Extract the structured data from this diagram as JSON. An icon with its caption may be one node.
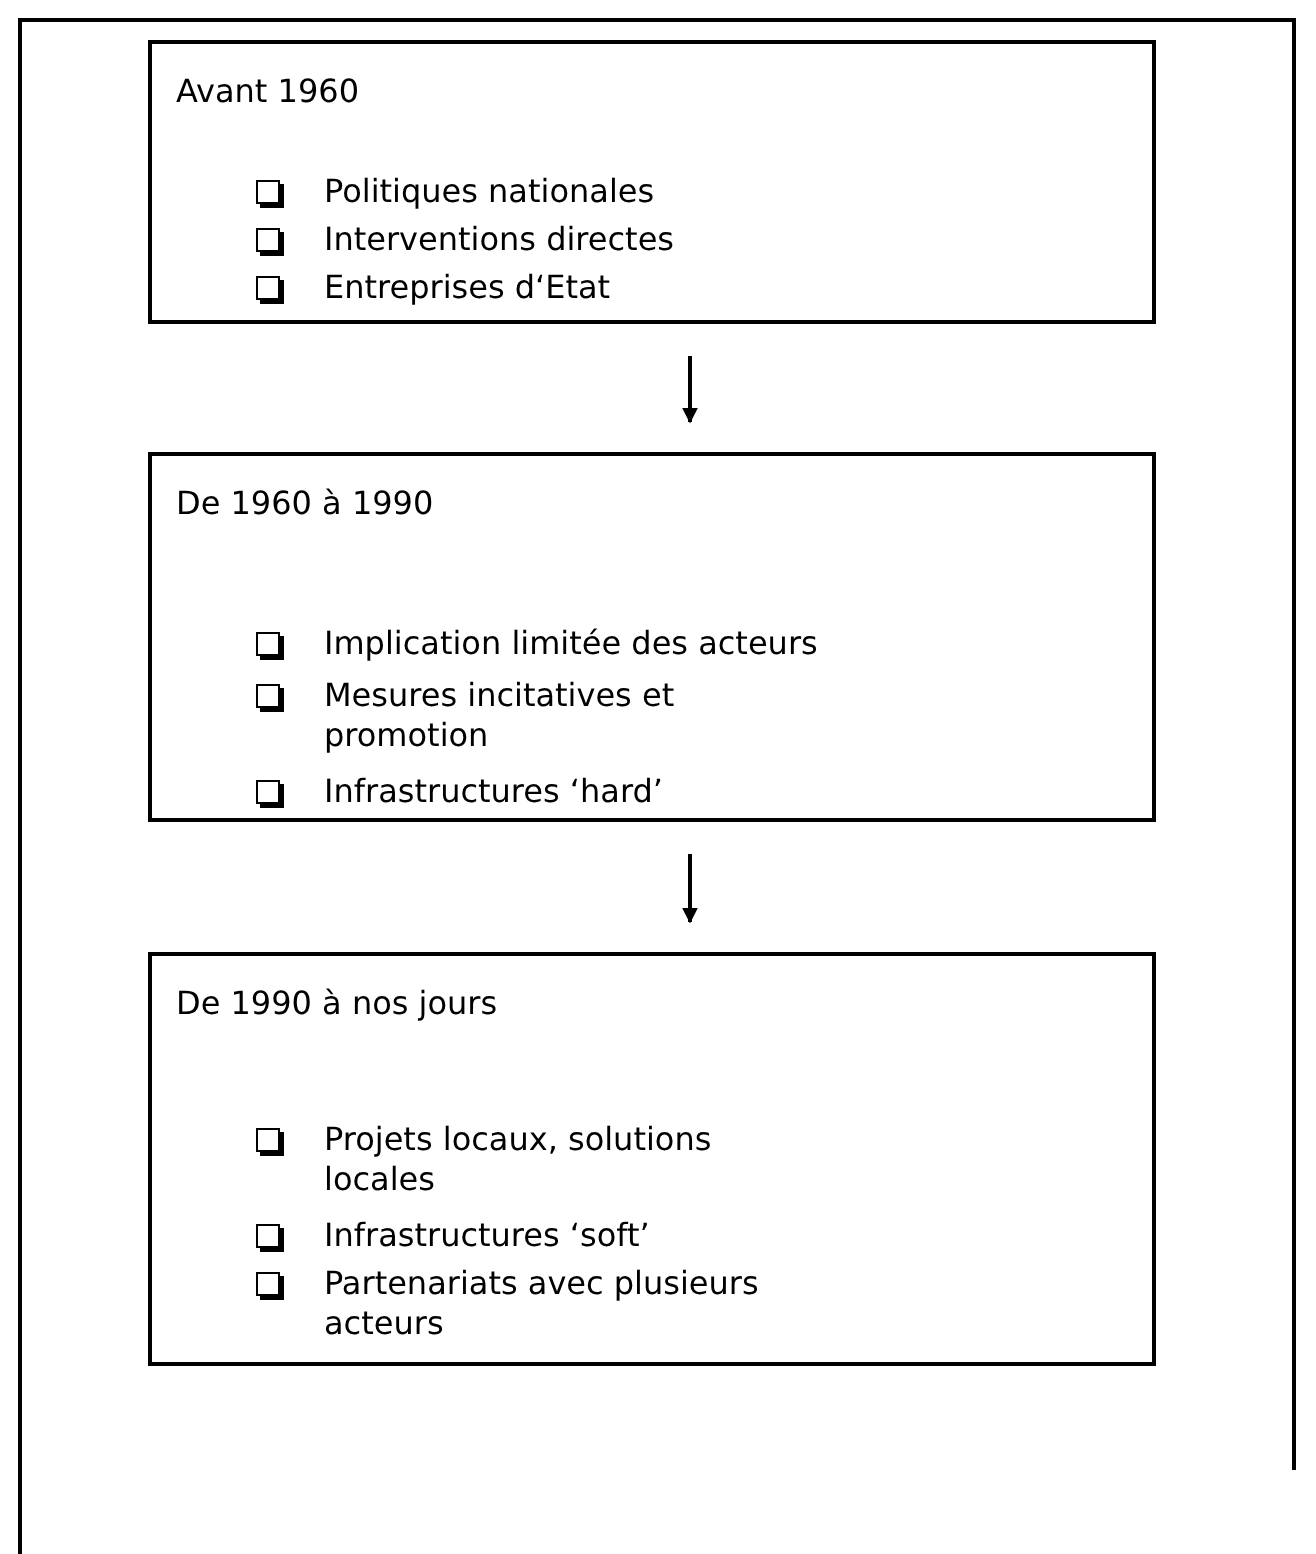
{
  "diagram": {
    "nodes": [
      {
        "text": [
          "Avant 1960",
          "Politiques nationales",
          "Interventions directes",
          "Entreprises d‘Etat"
        ]
      },
      {
        "text": [
          "De 1960 à 1990",
          "Implication limitée des acteurs",
          "Mesures incitatives et promotion",
          "Infrastructures ‘hard’"
        ]
      },
      {
        "text": [
          "De 1990 à nos jours",
          "Projets locaux, solutions locales",
          "Infrastructures ‘soft’",
          "Partenariats avec plusieurs acteurs"
        ]
      }
    ],
    "edges": [
      {
        "from": 0,
        "to": 1,
        "arrow": "to"
      },
      {
        "from": 1,
        "to": 2,
        "arrow": "to"
      }
    ]
  }
}
